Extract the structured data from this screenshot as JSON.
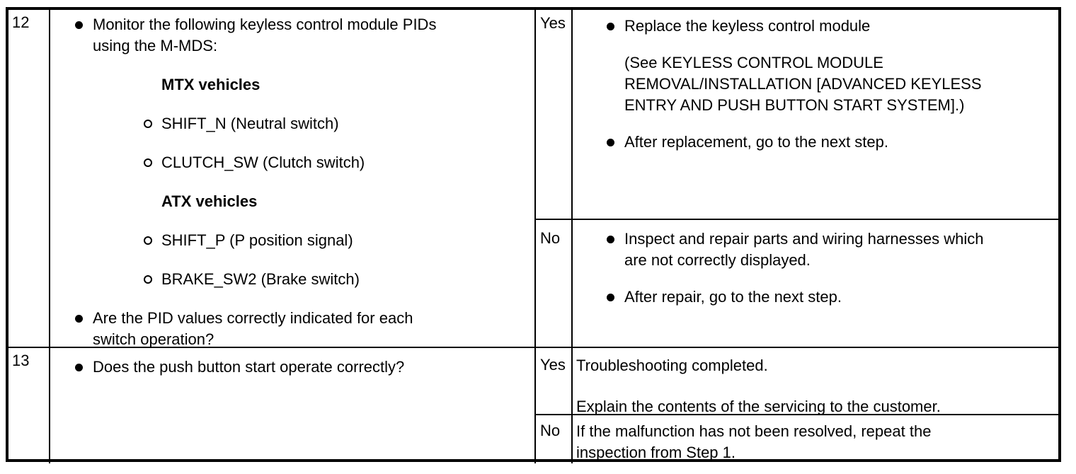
{
  "colors": {
    "border": "#000000",
    "text": "#000000",
    "background": "#ffffff"
  },
  "table": {
    "name": "troubleshooting-steps",
    "rows": [
      {
        "step": "12",
        "inspection": {
          "items": [
            {
              "type": "bullet",
              "text": "Monitor the following keyless control module PIDs\nusing the M-MDS:"
            },
            {
              "type": "header",
              "text": "MTX vehicles"
            },
            {
              "type": "circle",
              "text": "SHIFT_N (Neutral switch)"
            },
            {
              "type": "circle",
              "text": "CLUTCH_SW (Clutch switch)"
            },
            {
              "type": "header",
              "text": "ATX vehicles"
            },
            {
              "type": "circle",
              "text": "SHIFT_P (P position signal)"
            },
            {
              "type": "circle",
              "text": "BRAKE_SW2 (Brake switch)"
            },
            {
              "type": "bullet",
              "text": "Are the PID values correctly indicated for each\nswitch operation?"
            }
          ]
        },
        "results": [
          {
            "label": "Yes",
            "items": [
              {
                "type": "bullet",
                "text": "Replace the keyless control module"
              },
              {
                "type": "plain",
                "text": "(See KEYLESS CONTROL MODULE\nREMOVAL/INSTALLATION [ADVANCED KEYLESS\nENTRY AND PUSH BUTTON START SYSTEM].)"
              },
              {
                "type": "bullet",
                "text": "After replacement, go to the next step."
              }
            ]
          },
          {
            "label": "No",
            "items": [
              {
                "type": "bullet",
                "text": "Inspect and repair parts and wiring harnesses which\nare not correctly displayed."
              },
              {
                "type": "bullet",
                "text": "After repair, go to the next step."
              }
            ]
          }
        ]
      },
      {
        "step": "13",
        "inspection": {
          "items": [
            {
              "type": "bullet",
              "text": "Does the push button start operate correctly?"
            }
          ]
        },
        "results": [
          {
            "label": "Yes",
            "paragraphs": [
              "Troubleshooting completed.",
              "Explain the contents of the servicing to the customer."
            ]
          },
          {
            "label": "No",
            "paragraphs": [
              "If the malfunction has not been resolved, repeat the\ninspection from Step 1."
            ]
          }
        ]
      }
    ]
  }
}
